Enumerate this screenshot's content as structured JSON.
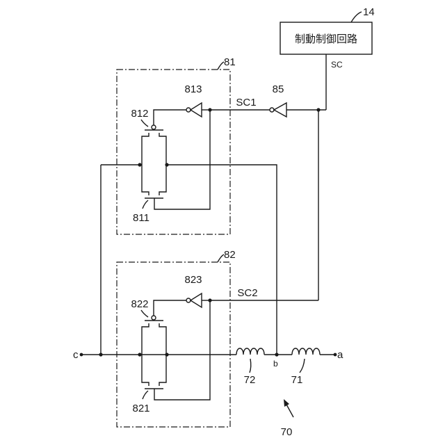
{
  "control_circuit": {
    "ref": "14",
    "label": "制動制御回路",
    "output_signal": "SC"
  },
  "inverter_85": {
    "ref": "85",
    "signal": "SC1"
  },
  "unit_81": {
    "ref": "81",
    "inverter": "813",
    "pmos": "812",
    "nmos": "811"
  },
  "unit_82": {
    "ref": "82",
    "inverter": "823",
    "pmos": "822",
    "nmos": "821",
    "signal": "SC2"
  },
  "inductors": {
    "first": "71",
    "second": "72"
  },
  "nodes": {
    "a": "a",
    "b": "b",
    "c": "c"
  },
  "assembly": {
    "ref": "70"
  }
}
